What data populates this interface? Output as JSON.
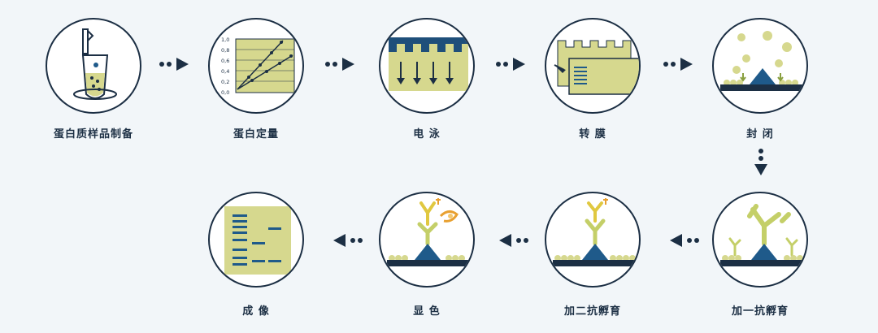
{
  "steps": [
    {
      "label": "蛋白质样品制备"
    },
    {
      "label": "蛋白定量"
    },
    {
      "label": "电 泳"
    },
    {
      "label": "转 膜"
    },
    {
      "label": "封 闭"
    },
    {
      "label": "加一抗孵育"
    },
    {
      "label": "加二抗孵育"
    },
    {
      "label": "显 色"
    },
    {
      "label": "成 像"
    }
  ],
  "quant_chart": {
    "y_ticks": [
      "1,0",
      "0,8",
      "0,6",
      "0,4",
      "0,2",
      "0,0"
    ]
  },
  "colors": {
    "navy": "#1c2f44",
    "khaki": "#d6d88e",
    "blue": "#1f5a8a",
    "green": "#c4cf68",
    "orange": "#e8a030"
  }
}
